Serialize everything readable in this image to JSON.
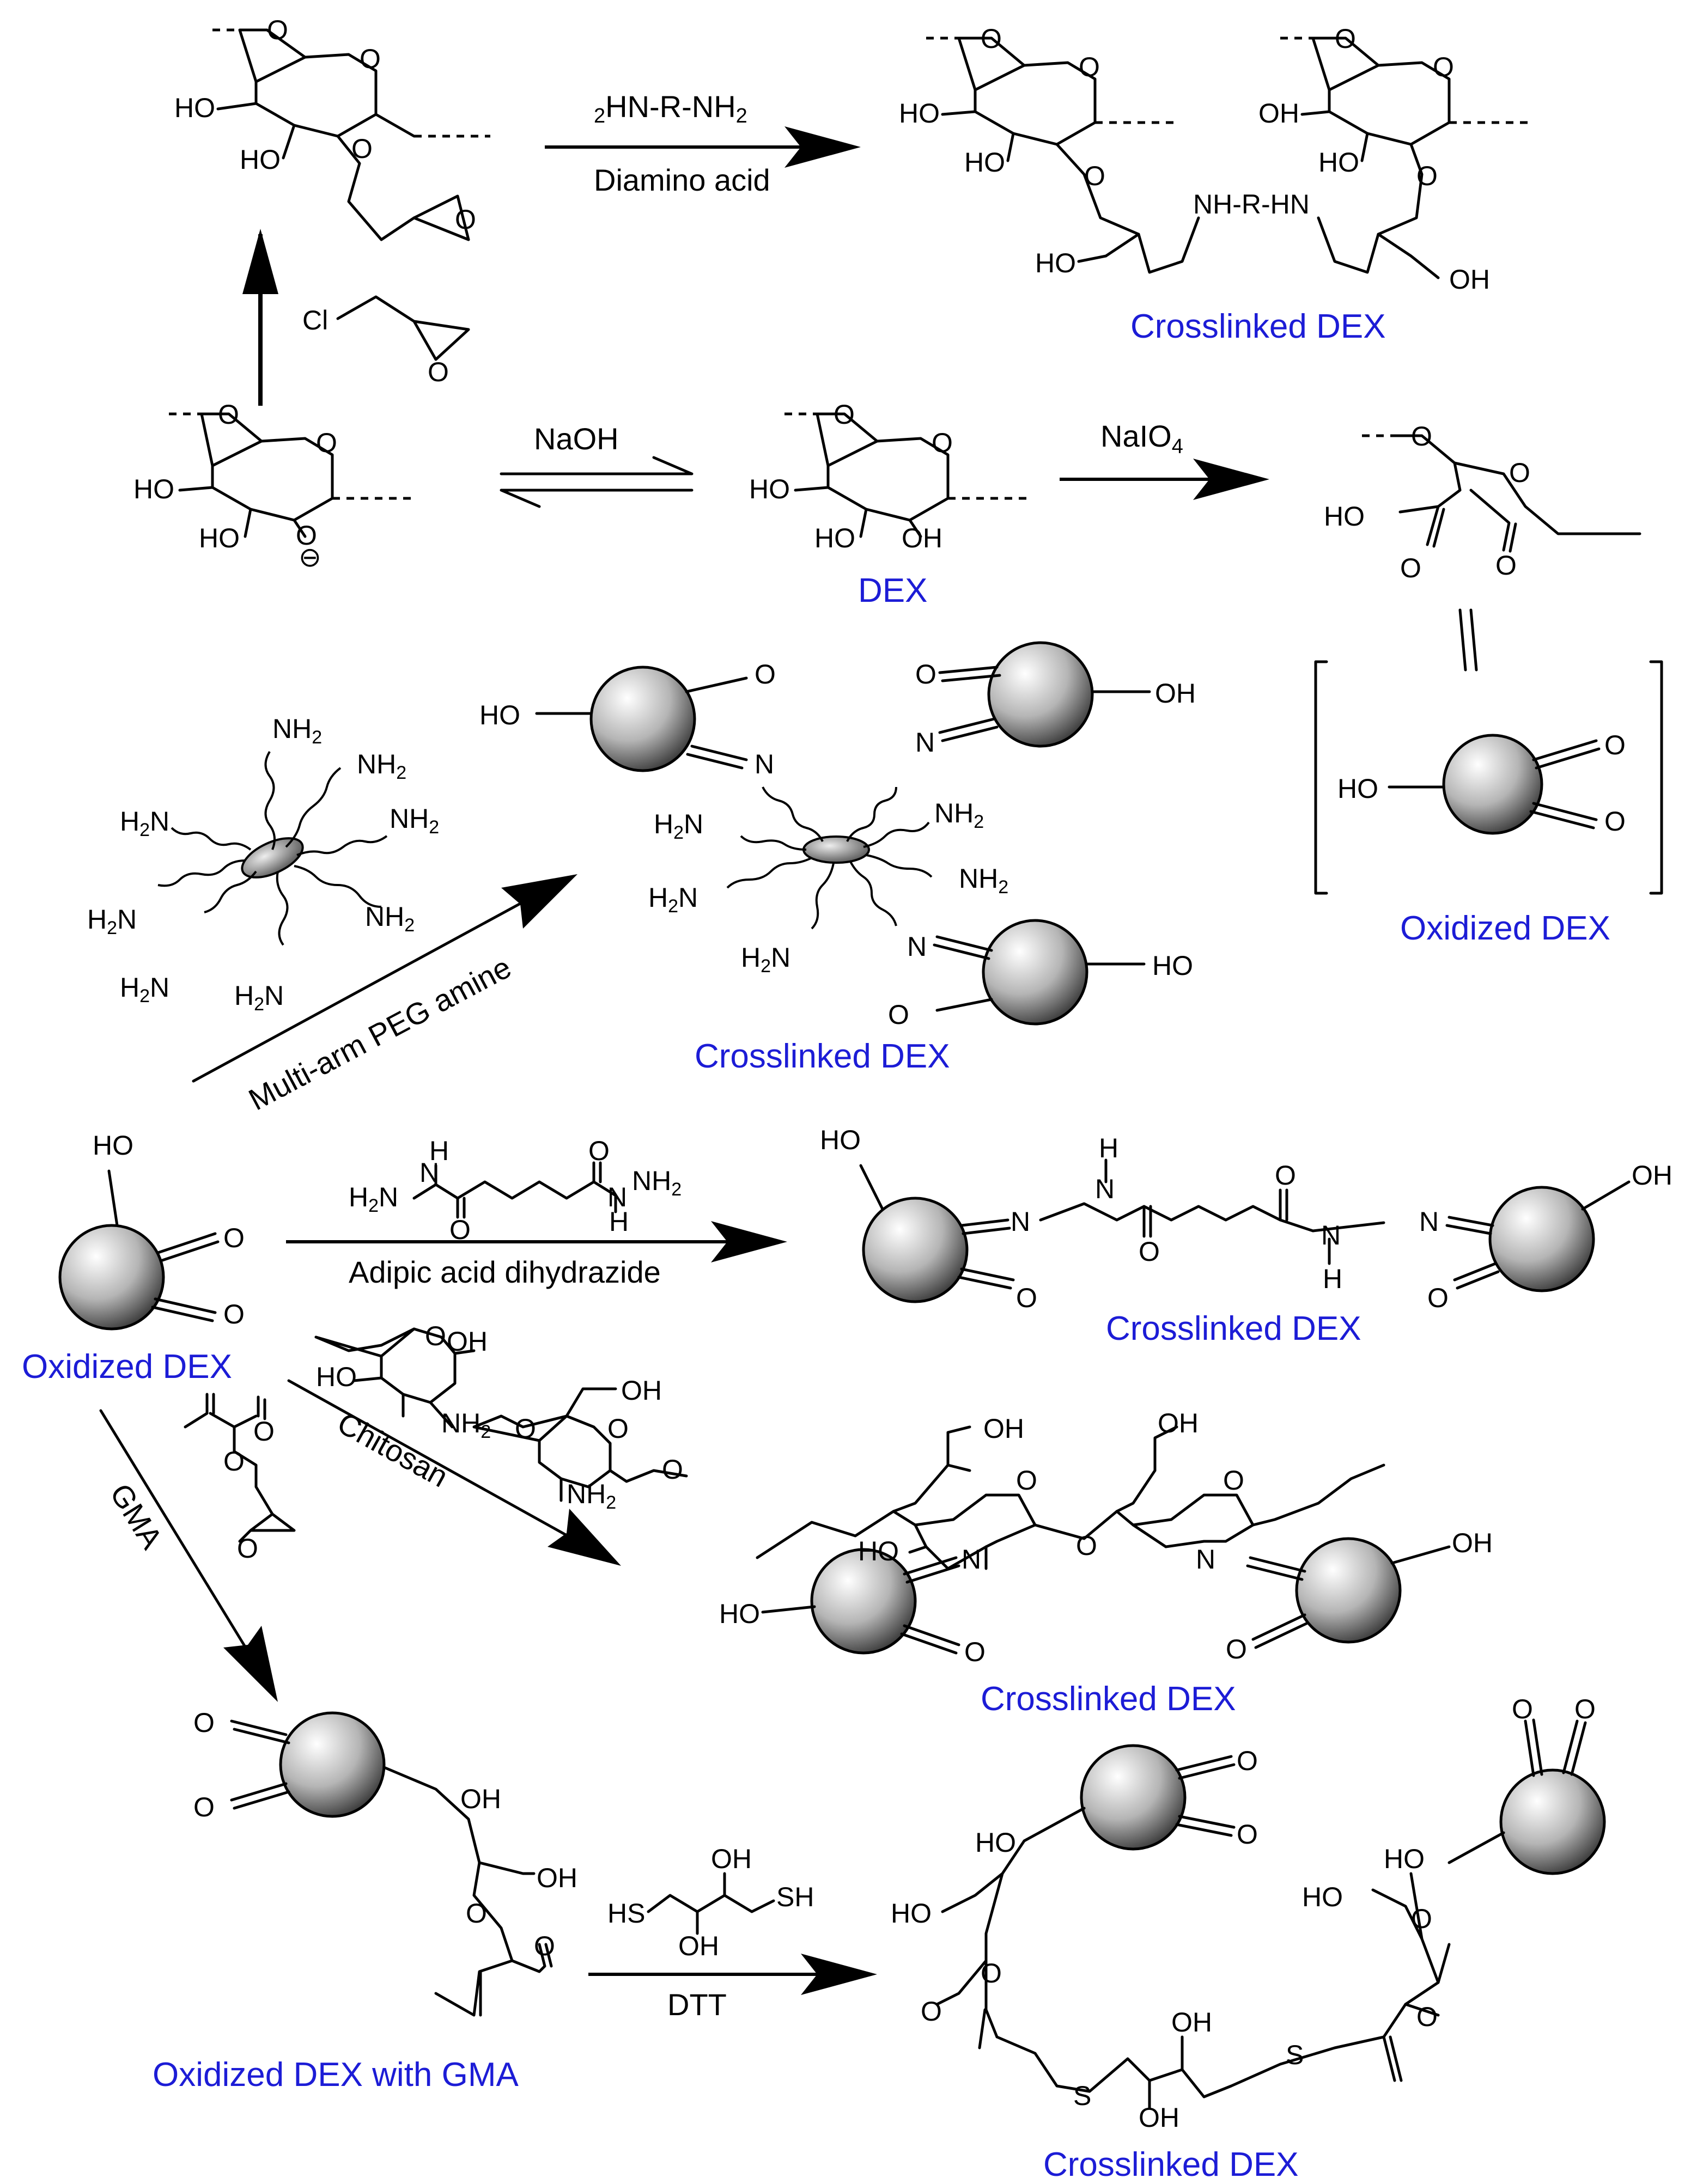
{
  "labels": {
    "diamine_reagent_pre": "2",
    "diamine_reagent_mid": "HN-R-NH",
    "diamine_reagent_sub": "2",
    "diamino_acid": "Diamino acid",
    "crosslinked_dex": "Crosslinked DEX",
    "dex": "DEX",
    "oxidized_dex": "Oxidized DEX",
    "oxidized_dex_gma": "Oxidized DEX with GMA",
    "naoh": "NaOH",
    "naio4": "NaIO",
    "naio4_sub": "4",
    "cl": "Cl",
    "multi_arm_peg": "Multi-arm PEG amine",
    "adipic": "Adipic acid dihydrazide",
    "chitosan": "Chitosan",
    "gma": "GMA",
    "dtt": "DTT"
  },
  "atoms": {
    "o": "O",
    "ho": "HO",
    "oh": "OH",
    "h": "H",
    "n": "N",
    "s": "S",
    "sh": "SH",
    "hs": "HS",
    "nh_r_hn": "NH-R-HN",
    "h2n": "H",
    "nh2": "NH",
    "two": "2",
    "minus": "⊖"
  },
  "colors": {
    "label_blue": "#1c1cd6"
  }
}
